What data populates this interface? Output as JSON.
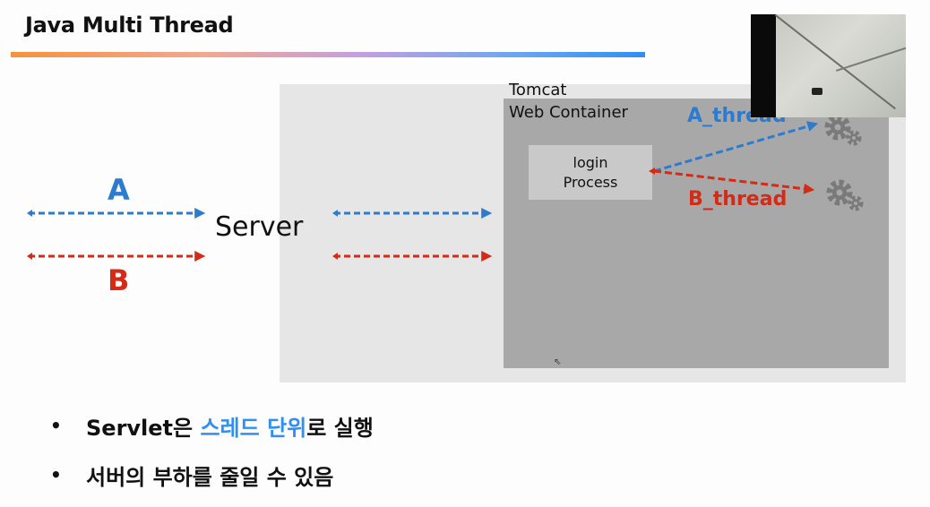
{
  "slide": {
    "title": "Java Multi Thread",
    "server_label": "Server",
    "client_a": "A",
    "client_b": "B",
    "tomcat_line1": "Tomcat",
    "tomcat_line2": "Web Container",
    "login_line1": "login",
    "login_line2": "Process",
    "thread_a": "A_thread",
    "thread_b": "B_thread",
    "bullets": [
      {
        "prefix": "Servlet은 ",
        "highlight": "스레드 단위",
        "suffix": "로 실행"
      },
      {
        "prefix": "서버의 부하를 줄일 수 있음",
        "highlight": "",
        "suffix": ""
      }
    ]
  },
  "icons": {
    "bullet": "bullet-dot-icon",
    "gear": "gear-icon",
    "webcam": "webcam-feed"
  },
  "colors": {
    "a_blue": "#2c7bcf",
    "b_red": "#d42a16",
    "highlight_blue": "#2f8ff5",
    "server_bg": "#e6e6e6",
    "container_bg": "#a8a8a8"
  }
}
